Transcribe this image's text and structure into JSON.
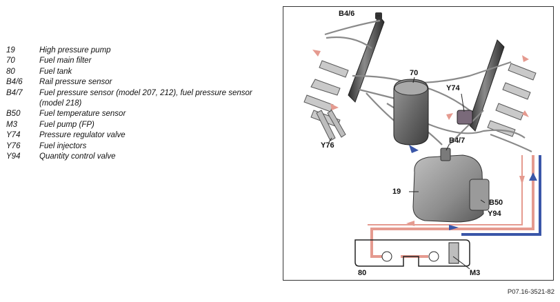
{
  "legend": [
    {
      "code": "19",
      "text": "High pressure pump"
    },
    {
      "code": "70",
      "text": "Fuel main filter"
    },
    {
      "code": "80",
      "text": "Fuel tank"
    },
    {
      "code": "B4/6",
      "text": "Rail pressure sensor"
    },
    {
      "code": "B4/7",
      "text": "Fuel pressure sensor (model 207, 212), fuel pressure sensor (model 218)"
    },
    {
      "code": "B50",
      "text": "Fuel temperature sensor"
    },
    {
      "code": "M3",
      "text": "Fuel pump (FP)"
    },
    {
      "code": "Y74",
      "text": "Pressure regulator valve"
    },
    {
      "code": "Y76",
      "text": "Fuel injectors"
    },
    {
      "code": "Y94",
      "text": "Quantity control valve"
    }
  ],
  "callouts": {
    "b46": "B4/6",
    "c70": "70",
    "y74": "Y74",
    "y76": "Y76",
    "b47": "B4/7",
    "c19": "19",
    "b50": "B50",
    "y94": "Y94",
    "c80": "80",
    "m3": "M3"
  },
  "figure_ref": "P07.16-3521-82",
  "colors": {
    "feed_line": "#e59a8f",
    "return_line": "#3a56a8",
    "component": "#6e6e6e"
  }
}
